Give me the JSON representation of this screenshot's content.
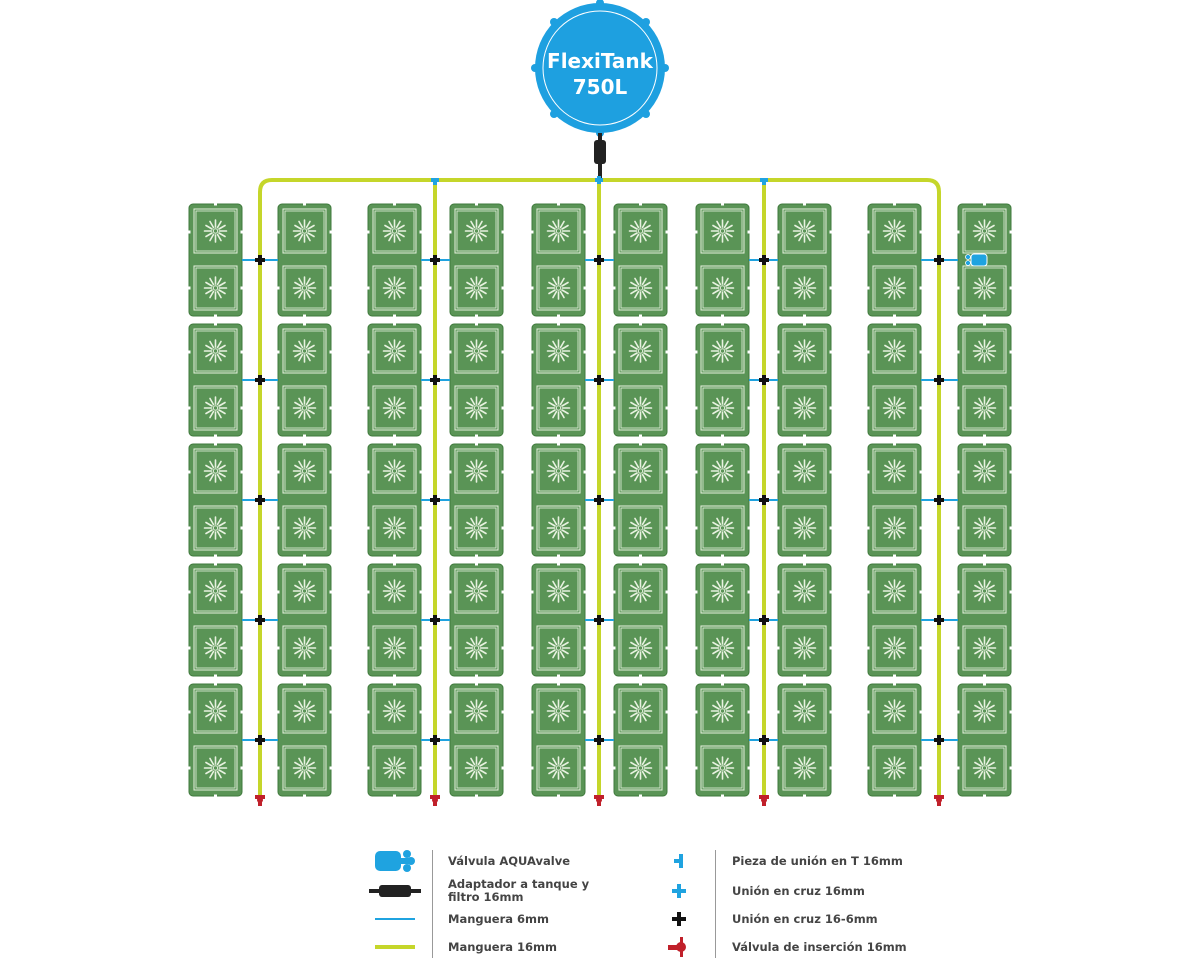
{
  "tank": {
    "line1": "FlexiTank",
    "line2": "750L"
  },
  "layout": {
    "rows": 5,
    "pairs": 5,
    "aquavalve_position": {
      "pair": 5,
      "side": "right",
      "row": 1
    }
  },
  "colors": {
    "tank": "#1ea0e0",
    "module": "#5a9456",
    "hose16": "#c5d62a",
    "hose6": "#1fa3e0",
    "connector": "#111111",
    "insertion_valve": "#c0202a"
  },
  "legend": {
    "left": [
      {
        "icon": "aquavalve-icon",
        "label": "Válvula AQUAvalve"
      },
      {
        "icon": "tank-adapter-icon",
        "label": "Adaptador a tanque y filtro 16mm"
      },
      {
        "icon": "hose-6mm-icon",
        "label": "Manguera 6mm"
      },
      {
        "icon": "hose-16mm-icon",
        "label": "Manguera 16mm"
      }
    ],
    "right": [
      {
        "icon": "t-piece-icon",
        "label": "Pieza de unión en T 16mm"
      },
      {
        "icon": "cross-16mm-icon",
        "label": "Unión en cruz 16mm"
      },
      {
        "icon": "cross-16-6mm-icon",
        "label": "Unión en cruz 16-6mm"
      },
      {
        "icon": "insertion-valve-icon",
        "label": "Válvula de inserción 16mm"
      }
    ]
  }
}
